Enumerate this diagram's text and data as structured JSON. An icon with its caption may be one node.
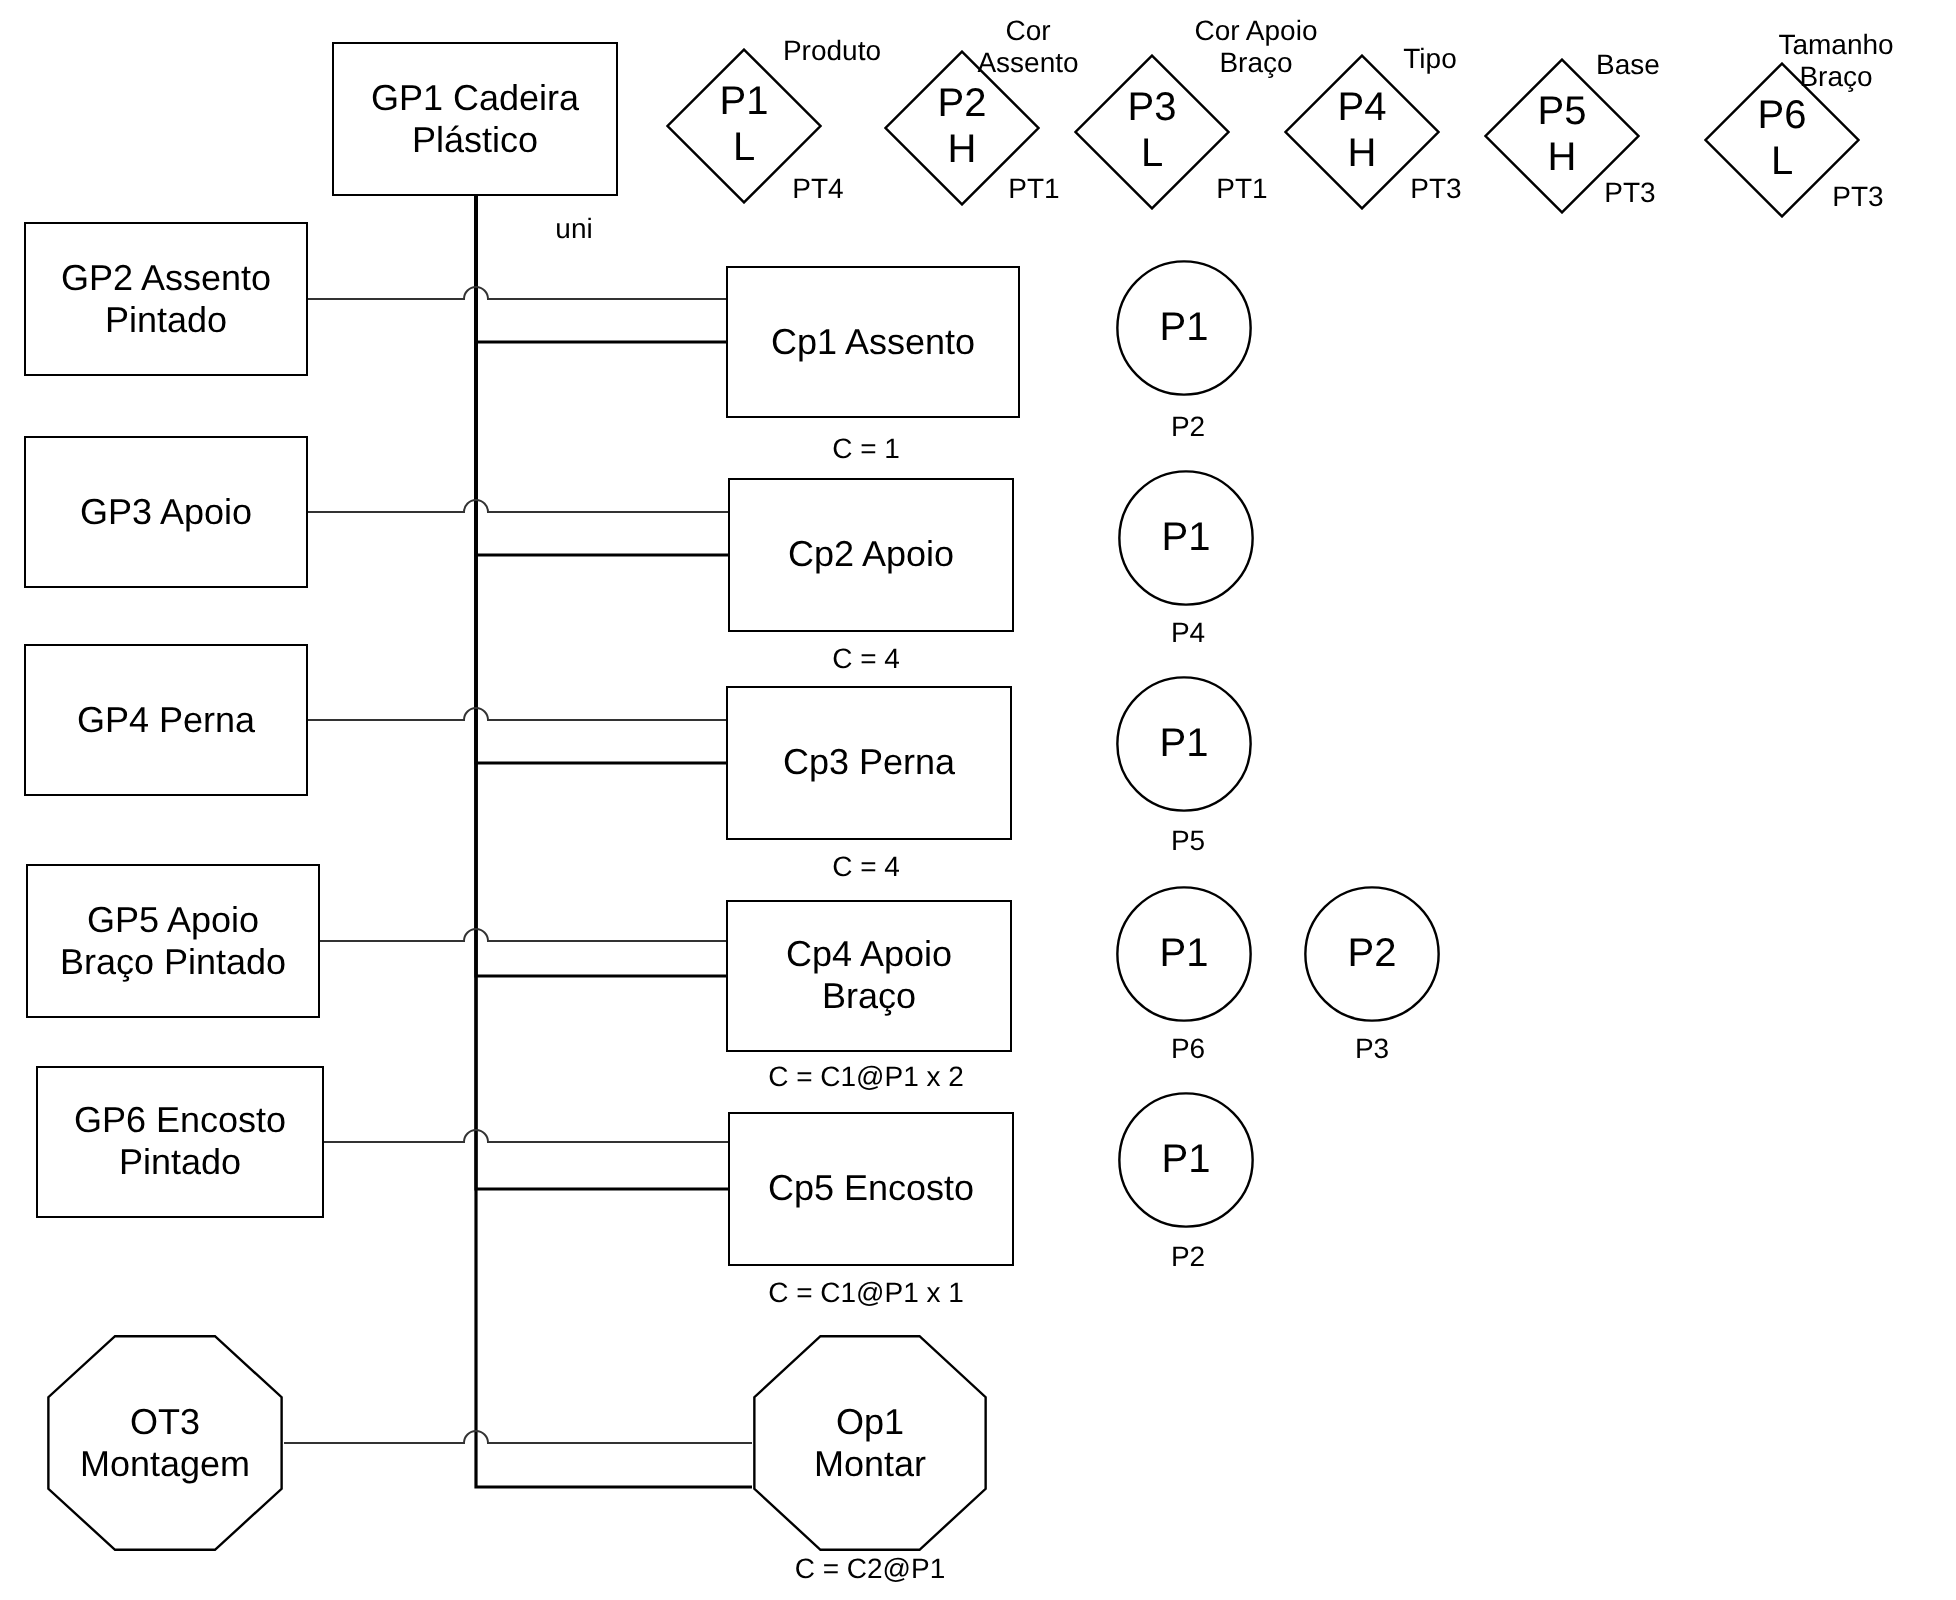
{
  "diagram": {
    "nodes": [
      {
        "text": [
          "GP1 Cadeira Plástico"
        ],
        "beside": [
          "uni"
        ]
      },
      {
        "text": [
          "P1",
          "L"
        ],
        "beside": [
          "Produto",
          "PT4"
        ]
      },
      {
        "text": [
          "P2",
          "H"
        ],
        "beside": [
          "Cor Assento",
          "PT1"
        ]
      },
      {
        "text": [
          "P3",
          "L"
        ],
        "beside": [
          "Cor Apoio Braço",
          "PT1"
        ]
      },
      {
        "text": [
          "P4",
          "H"
        ],
        "beside": [
          "Tipo",
          "PT3"
        ]
      },
      {
        "text": [
          "P5",
          "H"
        ],
        "beside": [
          "Base",
          "PT3"
        ]
      },
      {
        "text": [
          "P6",
          "L"
        ],
        "beside": [
          "Tamanho Braço",
          "PT3"
        ]
      },
      {
        "text": [
          "GP2 Assento Pintado"
        ]
      },
      {
        "text": [
          "Cp1 Assento"
        ],
        "beside": [
          "C = 1"
        ]
      },
      {
        "text": [
          "P1"
        ],
        "beside": [
          "P2"
        ]
      },
      {
        "text": [
          "GP3 Apoio"
        ]
      },
      {
        "text": [
          "Cp2 Apoio"
        ],
        "beside": [
          "C = 4"
        ]
      },
      {
        "text": [
          "P1"
        ],
        "beside": [
          "P4"
        ]
      },
      {
        "text": [
          "GP4 Perna"
        ]
      },
      {
        "text": [
          "Cp3 Perna"
        ],
        "beside": [
          "C = 4"
        ]
      },
      {
        "text": [
          "P1"
        ],
        "beside": [
          "P5"
        ]
      },
      {
        "text": [
          "GP5 Apoio Braço Pintado"
        ]
      },
      {
        "text": [
          "Cp4 Apoio Braço"
        ],
        "beside": [
          "C = C1@P1 x 2"
        ]
      },
      {
        "text": [
          "P1"
        ],
        "beside": [
          "P6"
        ]
      },
      {
        "text": [
          "P2"
        ],
        "beside": [
          "P3"
        ]
      },
      {
        "text": [
          "GP6 Encosto Pintado"
        ]
      },
      {
        "text": [
          "Cp5 Encosto"
        ],
        "beside": [
          "C = C1@P1 x 1"
        ]
      },
      {
        "text": [
          "P1"
        ],
        "beside": [
          "P2"
        ]
      },
      {
        "text": [
          "OT3 Montagem"
        ]
      },
      {
        "text": [
          "Op1 Montar"
        ],
        "beside": [
          "C = C2@P1"
        ]
      }
    ],
    "edges": [
      {
        "from": 0,
        "to": 8,
        "arrow": "none"
      },
      {
        "from": 0,
        "to": 11,
        "arrow": "none"
      },
      {
        "from": 0,
        "to": 14,
        "arrow": "none"
      },
      {
        "from": 0,
        "to": 17,
        "arrow": "none"
      },
      {
        "from": 0,
        "to": 21,
        "arrow": "none"
      },
      {
        "from": 0,
        "to": 24,
        "arrow": "none"
      },
      {
        "from": 7,
        "to": 8,
        "arrow": "none"
      },
      {
        "from": 10,
        "to": 11,
        "arrow": "none"
      },
      {
        "from": 13,
        "to": 14,
        "arrow": "none"
      },
      {
        "from": 16,
        "to": 17,
        "arrow": "none"
      },
      {
        "from": 20,
        "to": 21,
        "arrow": "none"
      },
      {
        "from": 23,
        "to": 24,
        "arrow": "none"
      }
    ]
  }
}
